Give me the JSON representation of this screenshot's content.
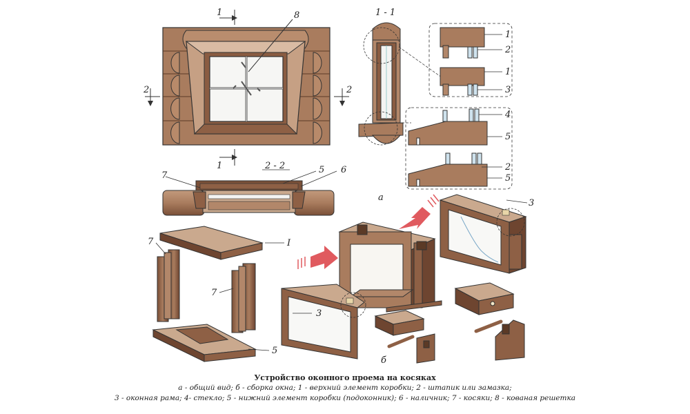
{
  "labels": {
    "section_1_1": "1 - 1",
    "section_2_2": "2 - 2",
    "sec_top": "1",
    "sec_bottom": "1",
    "side_left": "2",
    "side_right": "2",
    "n8": "8",
    "n7a": "7",
    "n5a": "5",
    "n6": "6",
    "d1a": "1",
    "d2a": "2",
    "d1b": "1",
    "d3a": "3",
    "d4": "4",
    "d5a": "5",
    "d2b": "2",
    "d5b": "5",
    "sub_a": "а",
    "top_member": "I",
    "n7b": "7",
    "n7c": "7",
    "n5c": "5",
    "n3a": "3",
    "n3b": "3",
    "sub_b": "б"
  },
  "caption": {
    "title": "Устройство оконного проема на косяках",
    "line1": "а - общий вид; б - сборка окна; 1 - верхний элемент коробки; 2 - штапик или замазка;",
    "line2": "3 - оконная рама; 4- стекло; 5 - нижний элемент коробки (подоконник); 6 - наличник; 7 - косяки; 8 - кованая решетка"
  },
  "colors": {
    "wood": "#a97c5e",
    "wood_dark": "#6e4530",
    "wood_light": "#caa98e",
    "glass": "#f4f4f2",
    "glass_tint": "#cfe3ee",
    "arrow": "#e05a5f",
    "line": "#333333"
  }
}
